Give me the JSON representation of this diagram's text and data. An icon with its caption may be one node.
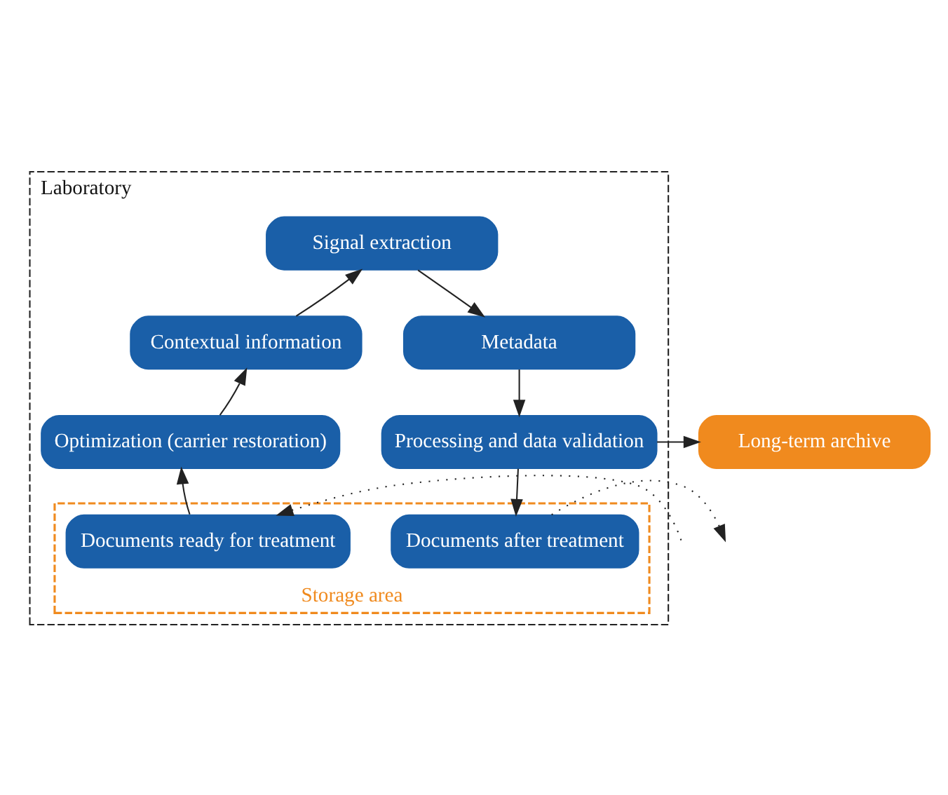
{
  "diagram": {
    "nodes": [
      {
        "text": [
          "Laboratory"
        ]
      },
      {
        "text": [
          "Storage area"
        ],
        "in": 0
      },
      {
        "text": [
          "Signal extraction"
        ],
        "in": 0
      },
      {
        "text": [
          "Contextual information"
        ],
        "in": 0
      },
      {
        "text": [
          "Metadata"
        ],
        "in": 0
      },
      {
        "text": [
          "Optimization (carrier restoration)"
        ],
        "in": 0
      },
      {
        "text": [
          "Processing and data validation"
        ],
        "in": 0
      },
      {
        "text": [
          "Documents ready for treatment"
        ],
        "in": 1
      },
      {
        "text": [
          "Documents after treatment"
        ],
        "in": 1
      },
      {
        "text": [
          "Long-term archive"
        ]
      }
    ],
    "edges": [
      {
        "from": null,
        "to": 7,
        "arrow": "to",
        "style": "dashed"
      },
      {
        "from": 7,
        "to": 5,
        "arrow": "to"
      },
      {
        "from": 5,
        "to": 3,
        "arrow": "to"
      },
      {
        "from": 3,
        "to": 2,
        "arrow": "to"
      },
      {
        "from": 2,
        "to": 4,
        "arrow": "to"
      },
      {
        "from": 4,
        "to": 6,
        "arrow": "to"
      },
      {
        "from": 6,
        "to": 8,
        "arrow": "to"
      },
      {
        "from": 6,
        "to": 9,
        "arrow": "to"
      },
      {
        "from": 8,
        "to": null,
        "arrow": "to",
        "style": "dashed"
      }
    ]
  }
}
